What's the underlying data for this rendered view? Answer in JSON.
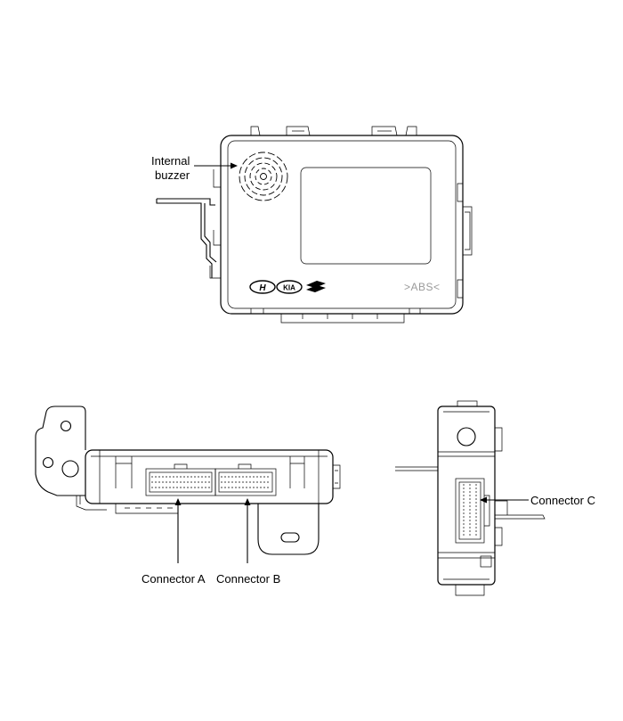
{
  "labels": {
    "internal_buzzer_line1": "Internal",
    "internal_buzzer_line2": "buzzer",
    "connector_a": "Connector A",
    "connector_b": "Connector B",
    "connector_c": "Connector C",
    "abs_mark": ">ABS<"
  },
  "logos": [
    "hyundai-logo",
    "kia-logo",
    "manufacturer-logo"
  ]
}
